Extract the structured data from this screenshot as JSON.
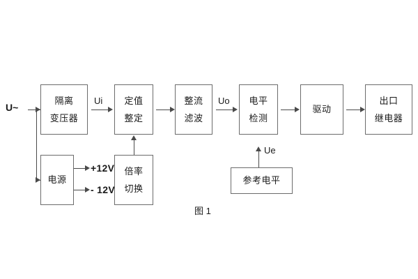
{
  "diagram": {
    "caption": "图 1",
    "input_label": "U~",
    "blocks": [
      {
        "id": "isolation-transformer",
        "lines": [
          "隔离",
          "变压器"
        ]
      },
      {
        "id": "setting-adjust",
        "lines": [
          "定值",
          "整定"
        ]
      },
      {
        "id": "rectify-filter",
        "lines": [
          "整流",
          "滤波"
        ]
      },
      {
        "id": "level-detect",
        "lines": [
          "电平",
          "检测"
        ]
      },
      {
        "id": "drive",
        "lines": [
          "驱动"
        ]
      },
      {
        "id": "output-relay",
        "lines": [
          "出口",
          "继电器"
        ]
      },
      {
        "id": "power-supply",
        "lines": [
          "电源"
        ]
      },
      {
        "id": "multiplier-switch",
        "lines": [
          "倍率",
          "切换"
        ]
      },
      {
        "id": "reference-level",
        "lines": [
          "参考电平"
        ]
      }
    ],
    "signals": {
      "ui": "Ui",
      "uo": "Uo",
      "ue": "Ue"
    },
    "power_rails": [
      {
        "id": "rail-positive",
        "text": "+12V"
      },
      {
        "id": "rail-negative",
        "text": "- 12V"
      }
    ],
    "colors": {
      "background": "#ffffff",
      "box_border": "#6b6b6b",
      "line": "#4a4a4a",
      "text": "#1a1a1a"
    }
  }
}
